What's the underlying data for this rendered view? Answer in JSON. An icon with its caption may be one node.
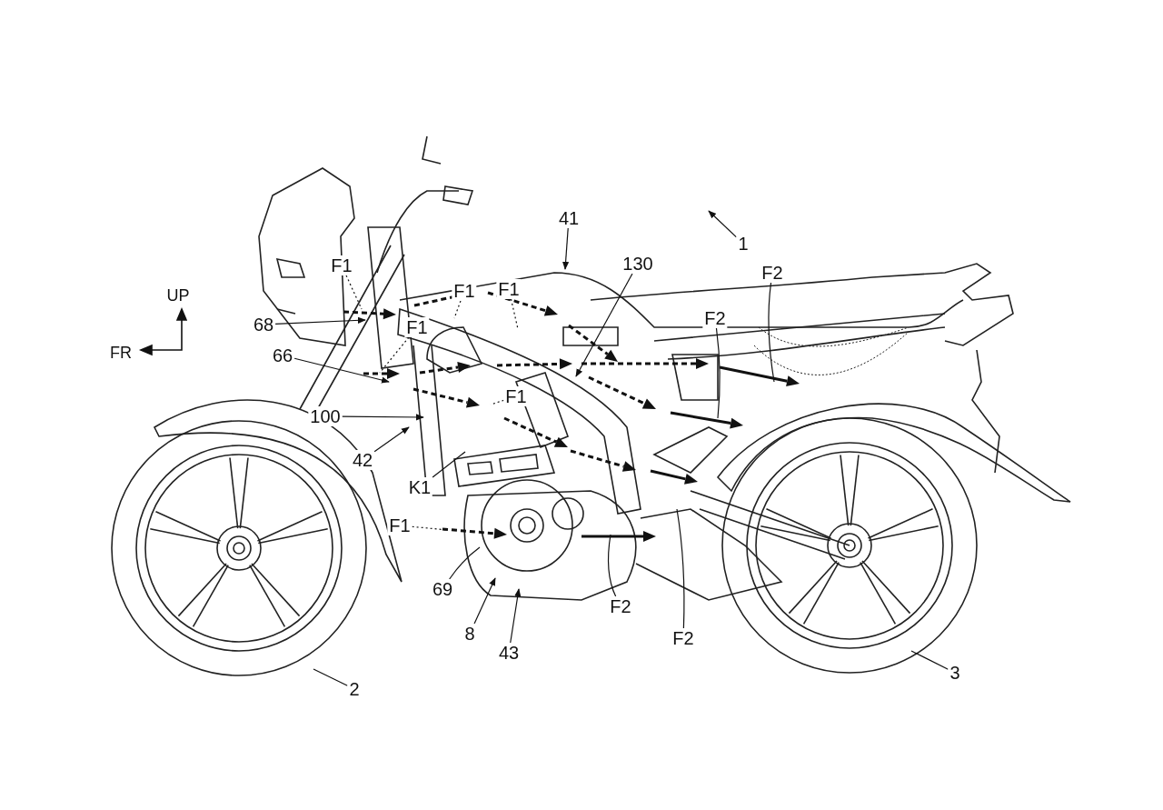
{
  "diagram": {
    "nodes": [
      {
        "text": [
          "1"
        ]
      },
      {
        "text": [
          "41"
        ]
      },
      {
        "text": [
          "F1"
        ]
      },
      {
        "text": [
          "F1"
        ]
      },
      {
        "text": [
          "130"
        ]
      },
      {
        "text": [
          "F2"
        ]
      },
      {
        "text": [
          "F1"
        ]
      },
      {
        "text": [
          "F2"
        ]
      },
      {
        "text": [
          "68"
        ]
      },
      {
        "text": [
          "F1"
        ]
      },
      {
        "text": [
          "66"
        ]
      },
      {
        "text": [
          "F1"
        ]
      },
      {
        "text": [
          "100"
        ]
      },
      {
        "text": [
          "42"
        ]
      },
      {
        "text": [
          "K1"
        ]
      },
      {
        "text": [
          "F1"
        ]
      },
      {
        "text": [
          "69"
        ]
      },
      {
        "text": [
          "8"
        ]
      },
      {
        "text": [
          "43"
        ]
      },
      {
        "text": [
          "F2"
        ]
      },
      {
        "text": [
          "F2"
        ]
      },
      {
        "text": [
          "2"
        ]
      },
      {
        "text": [
          "3"
        ]
      }
    ],
    "edges": [
      {
        "from": 0,
        "to": null,
        "arrow": "to"
      },
      {
        "from": 1,
        "to": null,
        "arrow": "to"
      },
      {
        "from": 2,
        "to": null,
        "arrow": "none",
        "style": "dashed"
      },
      {
        "from": 3,
        "to": null,
        "arrow": "none",
        "style": "dashed"
      },
      {
        "from": 4,
        "to": null,
        "arrow": "to"
      },
      {
        "from": 5,
        "to": null,
        "arrow": "none"
      },
      {
        "from": 6,
        "to": null,
        "arrow": "none",
        "style": "dashed"
      },
      {
        "from": 7,
        "to": null,
        "arrow": "none"
      },
      {
        "from": 8,
        "to": null,
        "arrow": "to"
      },
      {
        "from": 9,
        "to": null,
        "arrow": "none",
        "style": "dashed"
      },
      {
        "from": 10,
        "to": null,
        "arrow": "to"
      },
      {
        "from": 11,
        "to": null,
        "arrow": "none",
        "style": "dashed"
      },
      {
        "from": 12,
        "to": null,
        "arrow": "to"
      },
      {
        "from": 13,
        "to": null,
        "arrow": "to"
      },
      {
        "from": 14,
        "to": null,
        "arrow": "none"
      },
      {
        "from": 15,
        "to": null,
        "arrow": "none",
        "style": "dashed"
      },
      {
        "from": 16,
        "to": null,
        "arrow": "none"
      },
      {
        "from": 17,
        "to": null,
        "arrow": "to"
      },
      {
        "from": 18,
        "to": null,
        "arrow": "to"
      },
      {
        "from": 19,
        "to": null,
        "arrow": "none"
      },
      {
        "from": 20,
        "to": null,
        "arrow": "none"
      },
      {
        "from": 21,
        "to": null,
        "arrow": "none"
      },
      {
        "from": 22,
        "to": null,
        "arrow": "none"
      }
    ],
    "labels": [
      "UP",
      "FR"
    ]
  }
}
